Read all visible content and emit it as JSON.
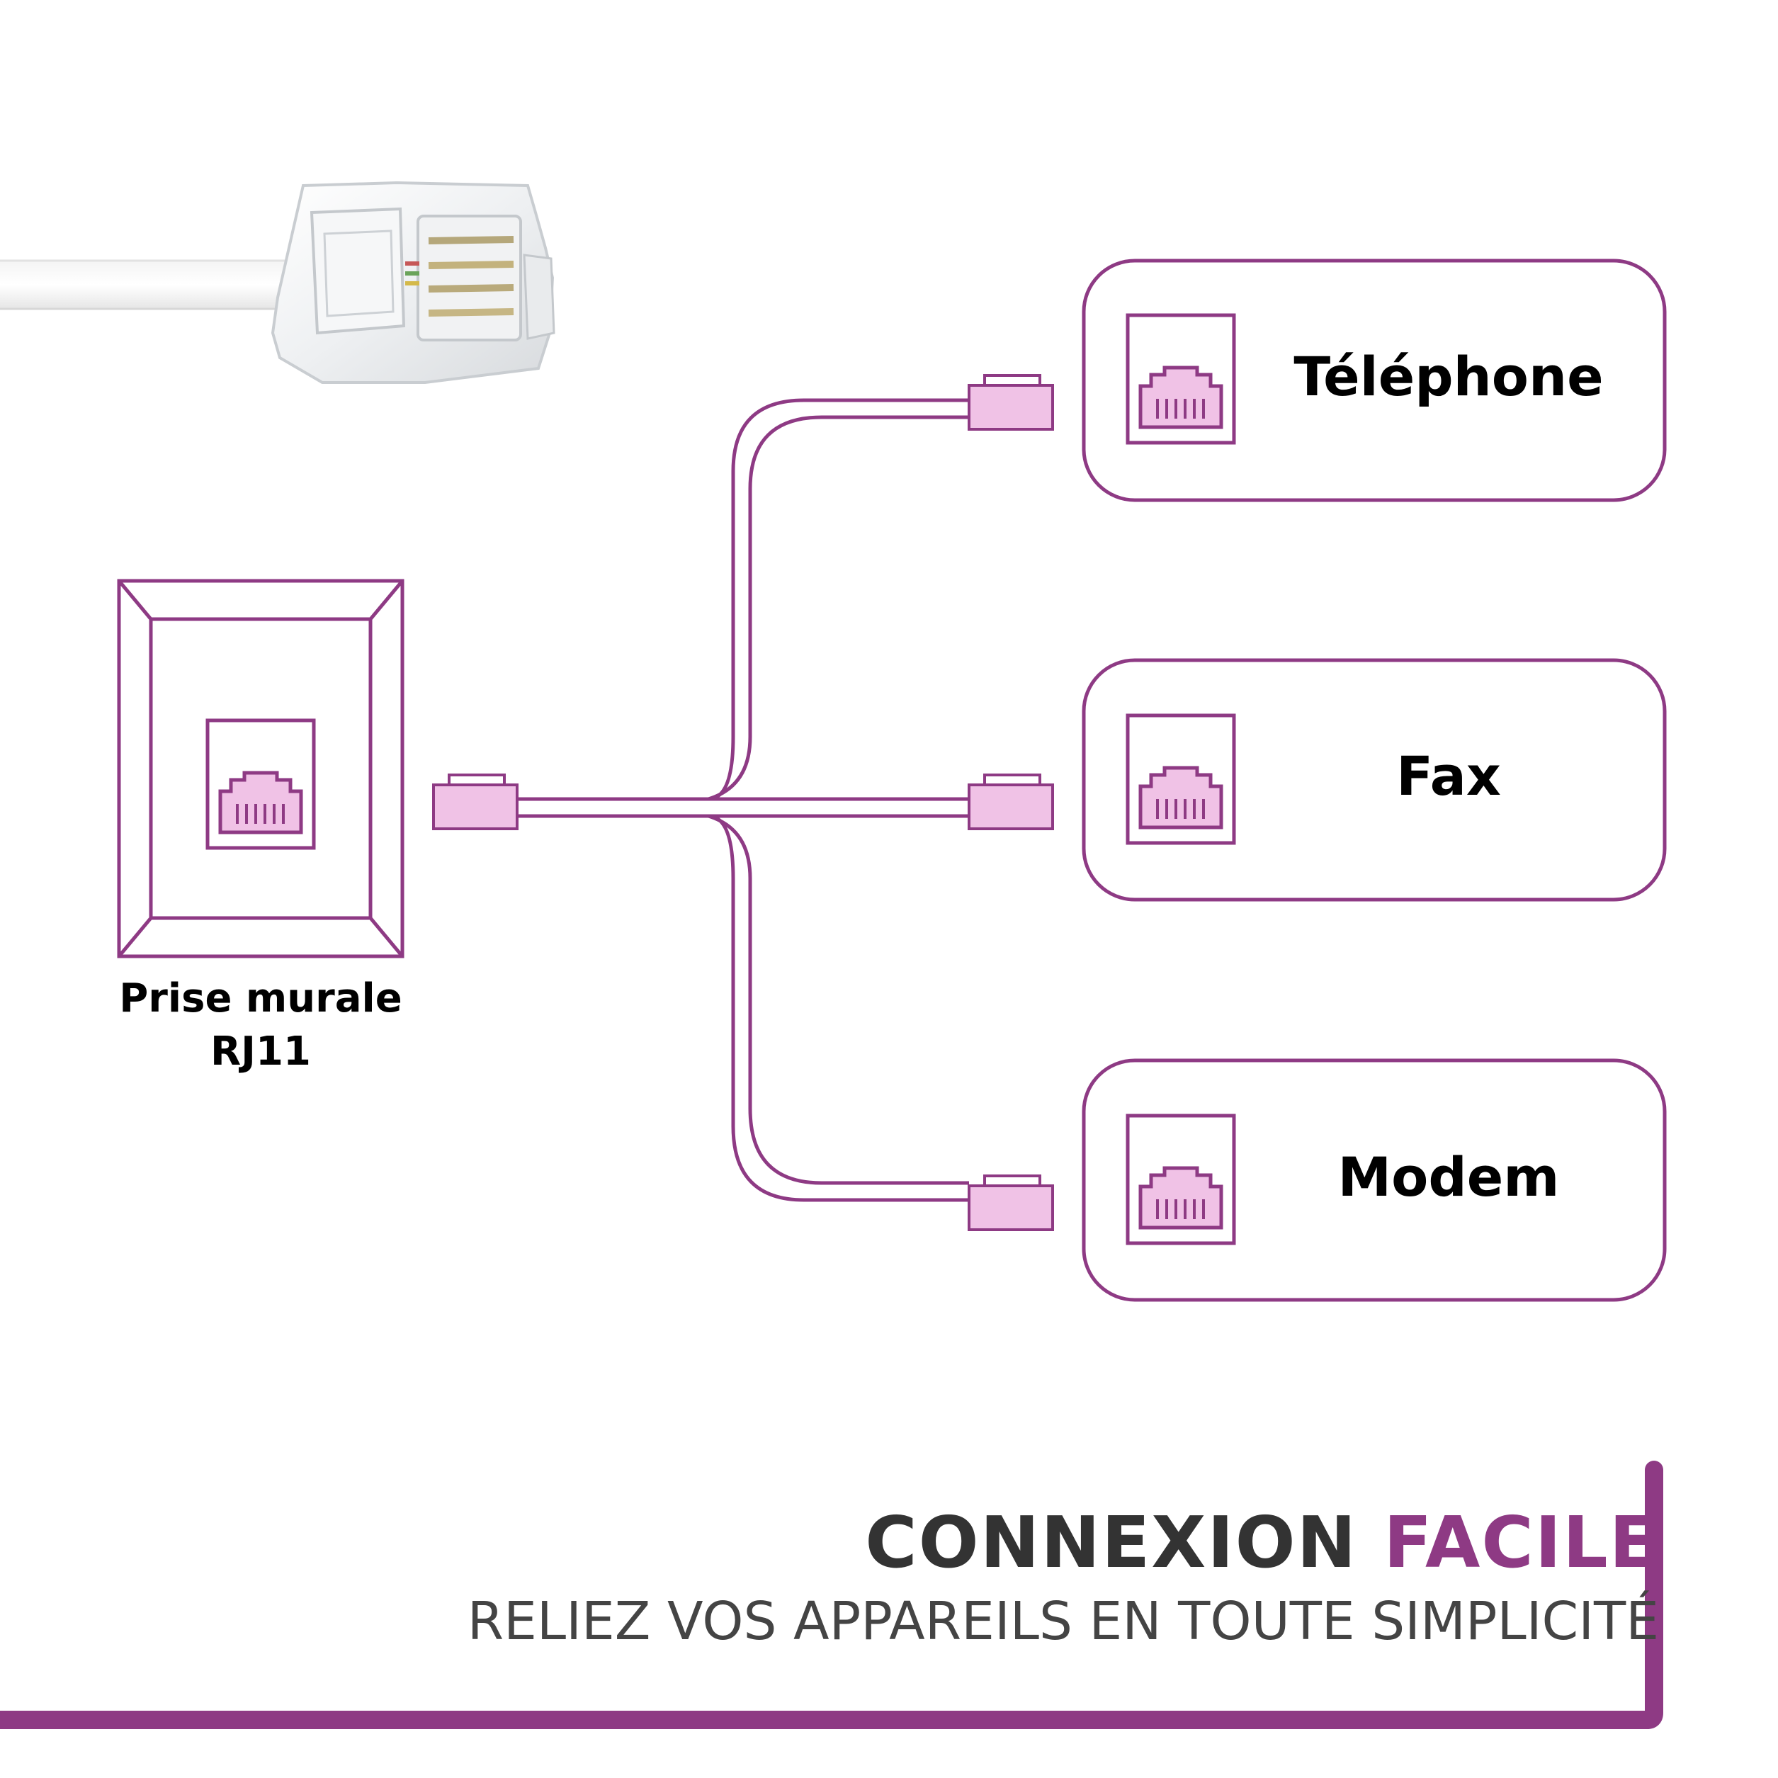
{
  "wall_socket": {
    "label_line1": "Prise murale",
    "label_line2": "RJ11"
  },
  "devices": [
    {
      "label": "Téléphone"
    },
    {
      "label": "Fax"
    },
    {
      "label": "Modem"
    }
  ],
  "footer": {
    "title_word1": "CONNEXION",
    "title_word2": "FACILE",
    "subtitle": "RELIEZ VOS APPAREILS EN TOUTE SIMPLICITÉ"
  },
  "icons": {
    "plug_photo": "rj11-plug-icon",
    "socket": "rj11-port-icon"
  },
  "colors": {
    "accent": "#8e3a84",
    "connector_fill": "#f0c2e6",
    "title_dark": "#333333",
    "text": "#000000"
  }
}
